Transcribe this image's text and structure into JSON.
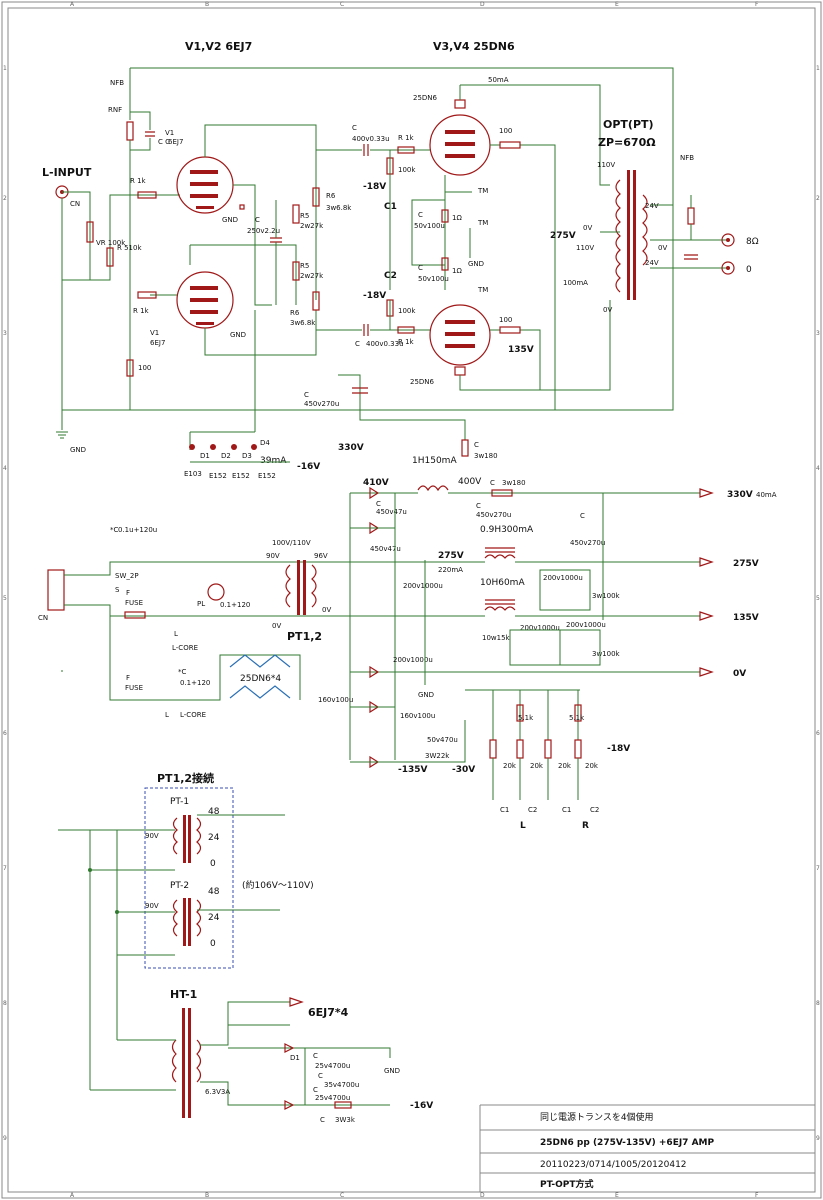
{
  "frame": {
    "col_labels": [
      "A",
      "B",
      "C",
      "D",
      "E",
      "F"
    ],
    "row_labels": [
      "1",
      "2",
      "3",
      "4",
      "5",
      "6",
      "7",
      "8",
      "9"
    ]
  },
  "titles": {
    "v12": "V1,V2 6EJ7",
    "v34": "V3,V4 25DN6",
    "opt": "OPT(PT)",
    "zp": "ZP=670Ω",
    "l_input": "L-INPUT",
    "pt12": "PT1,2",
    "pt12_conn": "PT1,2接続",
    "ht1": "HT-1",
    "heater": "6EJ7*4",
    "tube25": "25DN6*4"
  },
  "labels": {
    "nfb": "NFB",
    "rnf": "RNF",
    "v1": "V1",
    "v1_type": "6EJ7",
    "cc": "C C",
    "cn": "CN",
    "vr100k": "VR 100k",
    "r510k": "R 510k",
    "r1k": "R 1k",
    "r100": "100",
    "gnd": "GND",
    "c_cap": "C",
    "c250": "250v2.2u",
    "r5": "R5",
    "r5v": "2w27k",
    "r6": "R6",
    "r6v": "3w6.8k",
    "c400": "400v0.33u",
    "r100k": "100k",
    "m18v": "-18V",
    "c1": "C1",
    "c2": "C2",
    "c50": "50v100u",
    "r1o": "1Ω",
    "tm": "TM",
    "tube_top": "25DN6",
    "tube_bot": "25DN6",
    "ma50": "50mA",
    "v110": "110V",
    "v0": "0V",
    "v275": "275V",
    "ma100": "100mA",
    "v24": "24V",
    "ohm8": "8Ω",
    "zero": "0",
    "v135": "135V",
    "c450_270": "450v270u",
    "v330": "330V",
    "d1": "D1",
    "d2": "D2",
    "d3": "D3",
    "d4": "D4",
    "e103": "E103",
    "e152": "E152",
    "ma39": "39mA",
    "m16v": "-16V",
    "r3w180": "3w180",
    "h150": "1H150mA",
    "v400": "400V",
    "v410": "410V",
    "c450_47": "450v47u",
    "out330": "330V",
    "ma40": "40mA",
    "h09": "0.9H300mA",
    "ma220": "220mA",
    "h10": "10H60mA",
    "c200_1000": "200v1000u",
    "r3w100k": "3w100k",
    "out275": "275V",
    "out135": "135V",
    "out0": "0V",
    "sw_c": "*C",
    "sw_cv": "0.1u+120u",
    "sw2p": "SW_2P",
    "s": "S",
    "fuse": "FUSE",
    "f": "F",
    "pl": "PL",
    "c01": "0.1+120",
    "v100_110": "100V/110V",
    "v90": "90V",
    "v96": "96V",
    "lcore": "L-CORE",
    "l": "L",
    "c160": "160v100u",
    "m135": "-135V",
    "m30": "-30V",
    "r3w22k": "3W22k",
    "c50_470": "50v470u",
    "r51k": "5.1k",
    "vr20k": "20k",
    "out_m18": "-18V",
    "ch_l": "L",
    "ch_r": "R",
    "r10w15k": "10w15k",
    "pt1": "PT-1",
    "pt2": "PT-2",
    "t48": "48",
    "t24": "24",
    "t0": "0",
    "range": "(約106V〜110V)",
    "h63": "6.3V3A",
    "c25_4700": "25v4700u",
    "c35_4700": "35v4700u",
    "r3w3k": "3W3k",
    "m16v2": "-16V"
  },
  "notes": {
    "n1": "同じ電源トランスを4個使用",
    "n2": "25DN6 pp (275V-135V) +6EJ7  AMP",
    "n3": "20110223/0714/1005/20120412",
    "n4": "PT-OPT方式"
  }
}
